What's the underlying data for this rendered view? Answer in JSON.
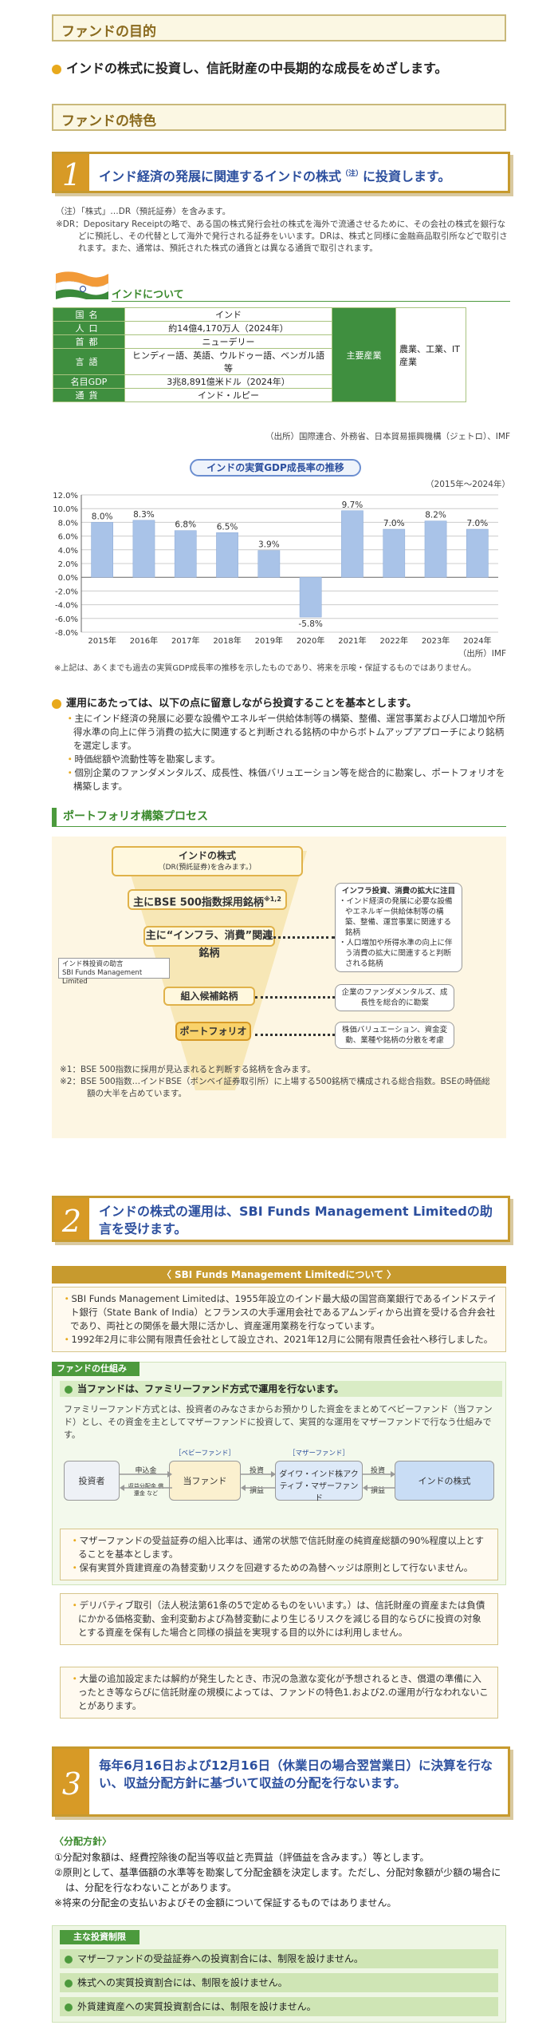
{
  "purpose": {
    "title": "ファンドの目的",
    "text": "インドの株式に投資し、信託財産の中長期的な成長をめざします。"
  },
  "features": {
    "title": "ファンドの特色",
    "f1": {
      "num": "1",
      "text": "インド経済の発展に関連するインドの株式",
      "sup": "（注）",
      "text2": "に投資します。",
      "note1": "（注）「株式」…DR（預託証券）を含みます。",
      "note2": "※DR：Depositary Receiptの略で、ある国の株式発行会社の株式を海外で流通させるために、その会社の株式を銀行などに預託し、その代替として海外で発行される証券をいいます。DRは、株式と同様に金融商品取引所などで取引されます。また、通常は、預託された株式の通貨とは異なる通貨で取引されます。"
    },
    "f2": {
      "num": "2",
      "text": "インドの株式の運用は、SBI Funds Management Limitedの助言を受けます。"
    },
    "f3": {
      "num": "3",
      "text": "毎年6月16日および12月16日（休業日の場合翌営業日）に決算を行ない、収益分配方針に基づいて収益の分配を行ないます。"
    }
  },
  "india": {
    "heading": "インドについて",
    "rows": [
      {
        "label": "国名",
        "value": "インド"
      },
      {
        "label": "人口",
        "value": "約14億4,170万人（2024年）"
      },
      {
        "label": "首都",
        "value": "ニューデリー"
      },
      {
        "label": "言語",
        "value": "ヒンディー語、英語、ウルドゥー語、ベンガル語等"
      },
      {
        "label": "名目GDP",
        "value": "3兆8,891億米ドル（2024年）"
      },
      {
        "label": "通貨",
        "value": "インド・ルピー"
      }
    ],
    "industry_label": "主要産業",
    "industry_value": "農業、工業、IT産業",
    "source": "（出所）国際連合、外務省、日本貿易振興機構（ジェトロ）、IMF"
  },
  "chart_data": {
    "type": "bar",
    "title": "インドの実質GDP成長率の推移",
    "period": "（2015年～2024年）",
    "categories": [
      "2015年",
      "2016年",
      "2017年",
      "2018年",
      "2019年",
      "2020年",
      "2021年",
      "2022年",
      "2023年",
      "2024年"
    ],
    "values": [
      8.0,
      8.3,
      6.8,
      6.5,
      3.9,
      -5.8,
      9.7,
      7.0,
      8.2,
      7.0
    ],
    "value_labels": [
      "8.0%",
      "8.3%",
      "6.8%",
      "6.5%",
      "3.9%",
      "-5.8%",
      "9.7%",
      "7.0%",
      "8.2%",
      "7.0%"
    ],
    "yticks": [
      "12.0%",
      "10.0%",
      "8.0%",
      "6.0%",
      "4.0%",
      "2.0%",
      "0.0%",
      "-2.0%",
      "-4.0%",
      "-6.0%",
      "-8.0%"
    ],
    "ylim": [
      -8,
      12
    ],
    "source": "（出所）IMF",
    "note": "※上記は、あくまでも過去の実質GDP成長率の推移を示したものであり、将来を示唆・保証するものではありません。",
    "bar_color": "#a9c3e8"
  },
  "operation": {
    "intro": "運用にあたっては、以下の点に留意しながら投資することを基本とします。",
    "items": [
      "主にインド経済の発展に必要な設備やエネルギー供給体制等の構築、整備、運営事業および人口増加や所得水準の向上に伴う消費の拡大に関連すると判断される銘柄の中からボトムアップアプローチにより銘柄を選定します。",
      "時価総額や流動性等を勘案します。",
      "個別企業のファンダメンタルズ、成長性、株価バリュエーション等を総合的に勘案し、ポートフォリオを構築します。"
    ]
  },
  "process": {
    "heading": "ポートフォリオ構築プロセス",
    "step1": "インドの株式",
    "step1_sub": "（DR(預託証券)を含みます。）",
    "step2": "主にBSE 500指数採用銘柄",
    "step2_sup": "※1,2",
    "step3": "主に“インフラ、消費”関連銘柄",
    "step4": "組入候補銘柄",
    "step5": "ポートフォリオ",
    "advice1": "インド株投資の助言",
    "advice2": "SBI Funds Management Limited",
    "box1_title": "インフラ投資、消費の拡大に注目",
    "box1_items": [
      "インド経済の発展に必要な設備やエネルギー供給体制等の構築、整備、運営事業に関連する銘柄",
      "人口増加や所得水準の向上に伴う消費の拡大に関連すると判断される銘柄"
    ],
    "box2": "企業のファンダメンタルズ、成長性を総合的に勘案",
    "box3": "株価バリュエーション、資金変動、業種や銘柄の分散を考慮",
    "note1": "※1：BSE 500指数に採用が見込まれると判断する銘柄を含みます。",
    "note2": "※2：BSE 500指数…インドBSE（ボンベイ証券取引所）に上場する500銘柄で構成される総合指数。BSEの時価総額の大半を占めています。"
  },
  "sbi": {
    "heading": "〈 SBI Funds Management Limitedについて 〉",
    "items": [
      "SBI Funds Management Limitedは、1955年設立のインド最大級の国営商業銀行であるインドステイト銀行（State Bank of India）とフランスの大手運用会社であるアムンディから出資を受ける合弁会社であり、両社との関係を最大限に活かし、資産運用業務を行なっています。",
      "1992年2月に非公開有限責任会社として設立され、2021年12月に公開有限責任会社へ移行しました。"
    ]
  },
  "mechanism": {
    "heading": "ファンドの仕組み",
    "lead": "当ファンドは、ファミリーファンド方式で運用を行ないます。",
    "desc": "ファミリーファンド方式とは、投資者のみなさまからお預かりした資金をまとめてベビーファンド（当ファンド）とし、その資金を主としてマザーファンドに投資して、実質的な運用をマザーファンドで行なう仕組みです。",
    "investor": "投資者",
    "baby_label": "［ベビーファンド］",
    "baby": "当ファンド",
    "mother_label": "［マザーファンド］",
    "mother": "ダイワ・インド株アクティブ・マザーファンド",
    "target": "インドの株式",
    "apply": "申込金",
    "redeem": "収益分配金 償還金 など",
    "invest": "投資",
    "profit": "損益",
    "notes_a": [
      "マザーファンドの受益証券の組入比率は、通常の状態で信託財産の純資産総額の90%程度以上とすることを基本とします。",
      "保有実質外貨建資産の為替変動リスクを回避するための為替ヘッジは原則として行ないません。"
    ],
    "notes_b": [
      "デリバティブ取引（法人税法第61条の5で定めるものをいいます。）は、信託財産の資産または負債にかかる価格変動、金利変動および為替変動により生じるリスクを減じる目的ならびに投資の対象とする資産を保有した場合と同様の損益を実現する目的以外には利用しません。"
    ],
    "notes_c": [
      "大量の追加設定または解約が発生したとき、市況の急激な変化が予想されるとき、償還の準備に入ったとき等ならびに信託財産の規模によっては、ファンドの特色1.および2.の運用が行なわれないことがあります。"
    ]
  },
  "distribution": {
    "heading": "〈分配方針〉",
    "items": [
      "①分配対象額は、経費控除後の配当等収益と売買益（評価益を含みます。）等とします。",
      "②原則として、基準価額の水準等を勘案して分配金額を決定します。ただし、分配対象額が少額の場合には、分配を行なわないことがあります。",
      "※将来の分配金の支払いおよびその金額について保証するものではありません。"
    ]
  },
  "limits": {
    "heading": "主な投資制限",
    "items": [
      "マザーファンドの受益証券への投資割合には、制限を設けません。",
      "株式への実質投資割合には、制限を設けません。",
      "外貨建資産への実質投資割合には、制限を設けません。"
    ]
  }
}
